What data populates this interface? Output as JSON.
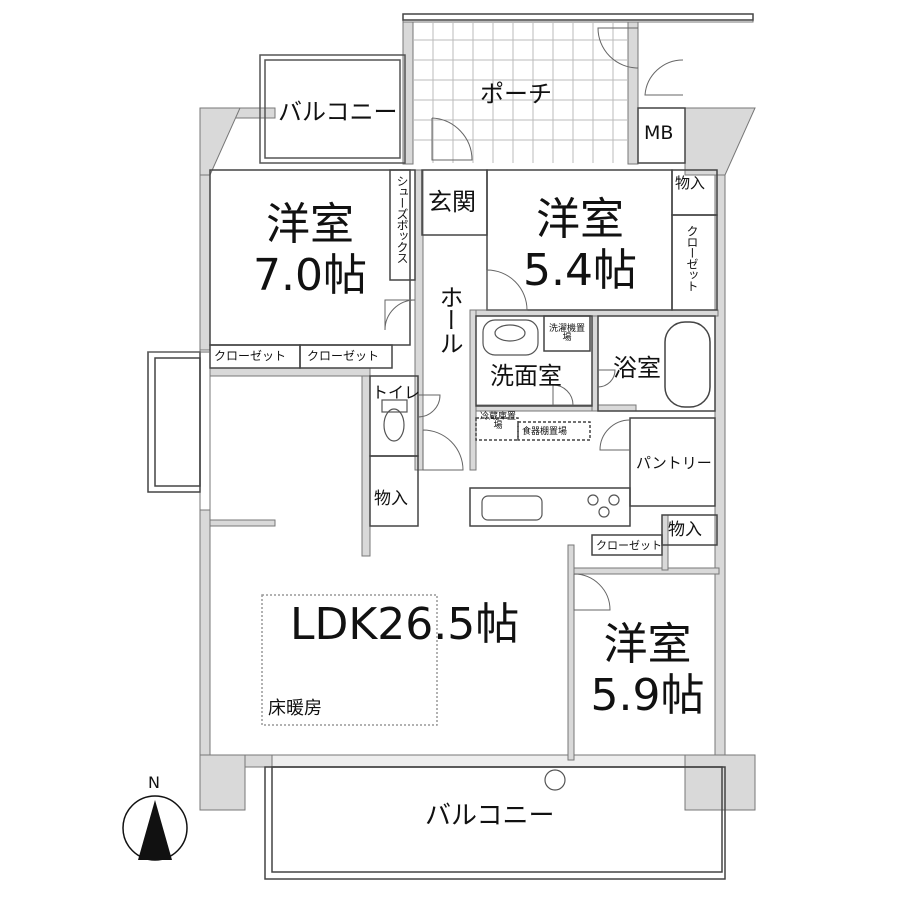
{
  "rooms": {
    "balcony_top": "バルコニー",
    "porch": "ポーチ",
    "mb": "MB",
    "west_room_name": "洋室",
    "west_room_size": "7.0帖",
    "genkan": "玄関",
    "shoe_box": "シューズボックス",
    "north_room_name": "洋室",
    "north_room_size": "5.4帖",
    "storage_north": "物入",
    "closet_north": "クローゼット",
    "hall": "ホール",
    "closet_1": "クローゼット",
    "closet_2": "クローゼット",
    "washer_space": "洗濯機置場",
    "washroom": "洗面室",
    "bath": "浴室",
    "toilet": "トイレ",
    "fridge_space": "冷蔵庫置場",
    "dish_shelf_space": "食器棚置場",
    "pantry": "パントリー",
    "storage_mid": "物入",
    "storage_right": "物入",
    "closet_south": "クローゼット",
    "ldk": "LDK26.5帖",
    "floor_heating": "床暖房",
    "south_room_name": "洋室",
    "south_room_size": "5.9帖",
    "balcony_bottom": "バルコニー"
  },
  "compass": {
    "label": "N"
  }
}
